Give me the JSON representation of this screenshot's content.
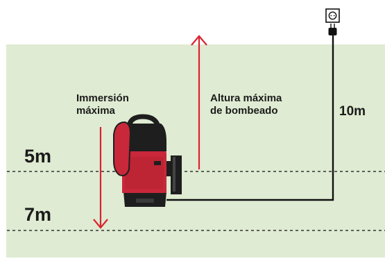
{
  "labels": {
    "immersion_line1": "Immersión",
    "immersion_line2": "máxima",
    "height_line1": "Altura máxima",
    "height_line2": "de bombeado",
    "cable_length": "10m",
    "depth_1": "5m",
    "depth_2": "7m"
  },
  "colors": {
    "water": "#dfebd2",
    "arrow": "#d9232e",
    "pump_body": "#c8283a",
    "pump_dark": "#1e1e1e",
    "dashed_line": "#333333"
  },
  "icons": {
    "outlet": "power-outlet-icon",
    "plug": "power-plug-icon"
  }
}
